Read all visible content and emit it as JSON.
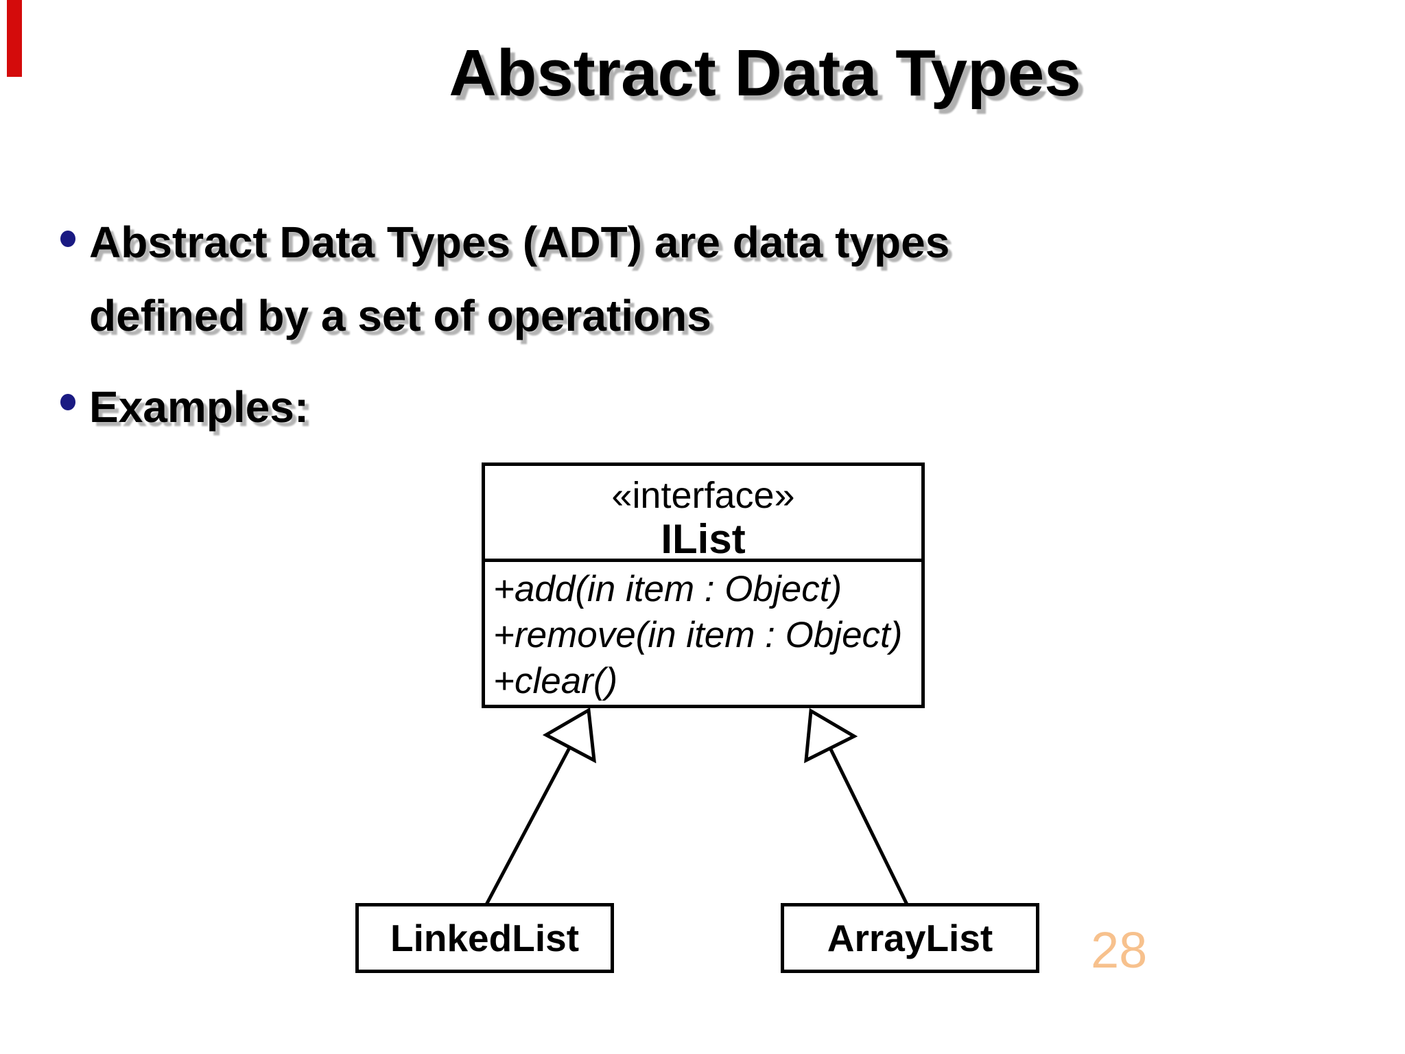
{
  "slide": {
    "title": "Abstract Data Types",
    "bullets": [
      {
        "lines": [
          "Abstract Data Types (ADT) are data types",
          "defined by a set of operations"
        ]
      },
      {
        "lines": [
          "Examples:"
        ]
      }
    ],
    "page_number": "28"
  },
  "diagram": {
    "interface": {
      "stereotype": "«interface»",
      "name": "IList",
      "methods": [
        "+add(in item : Object)",
        "+remove(in item : Object)",
        "+clear()"
      ]
    },
    "classes": [
      {
        "name": "LinkedList"
      },
      {
        "name": "ArrayList"
      }
    ],
    "relationship": "generalization"
  },
  "colors": {
    "background": "#ffffff",
    "text": "#000000",
    "bullet_dot": "#1a1a82",
    "text_shadow": "#b4b4b4",
    "page_number": "#f7c18d",
    "red_marker": "#d40b0b",
    "diagram_lines": "#000000"
  }
}
